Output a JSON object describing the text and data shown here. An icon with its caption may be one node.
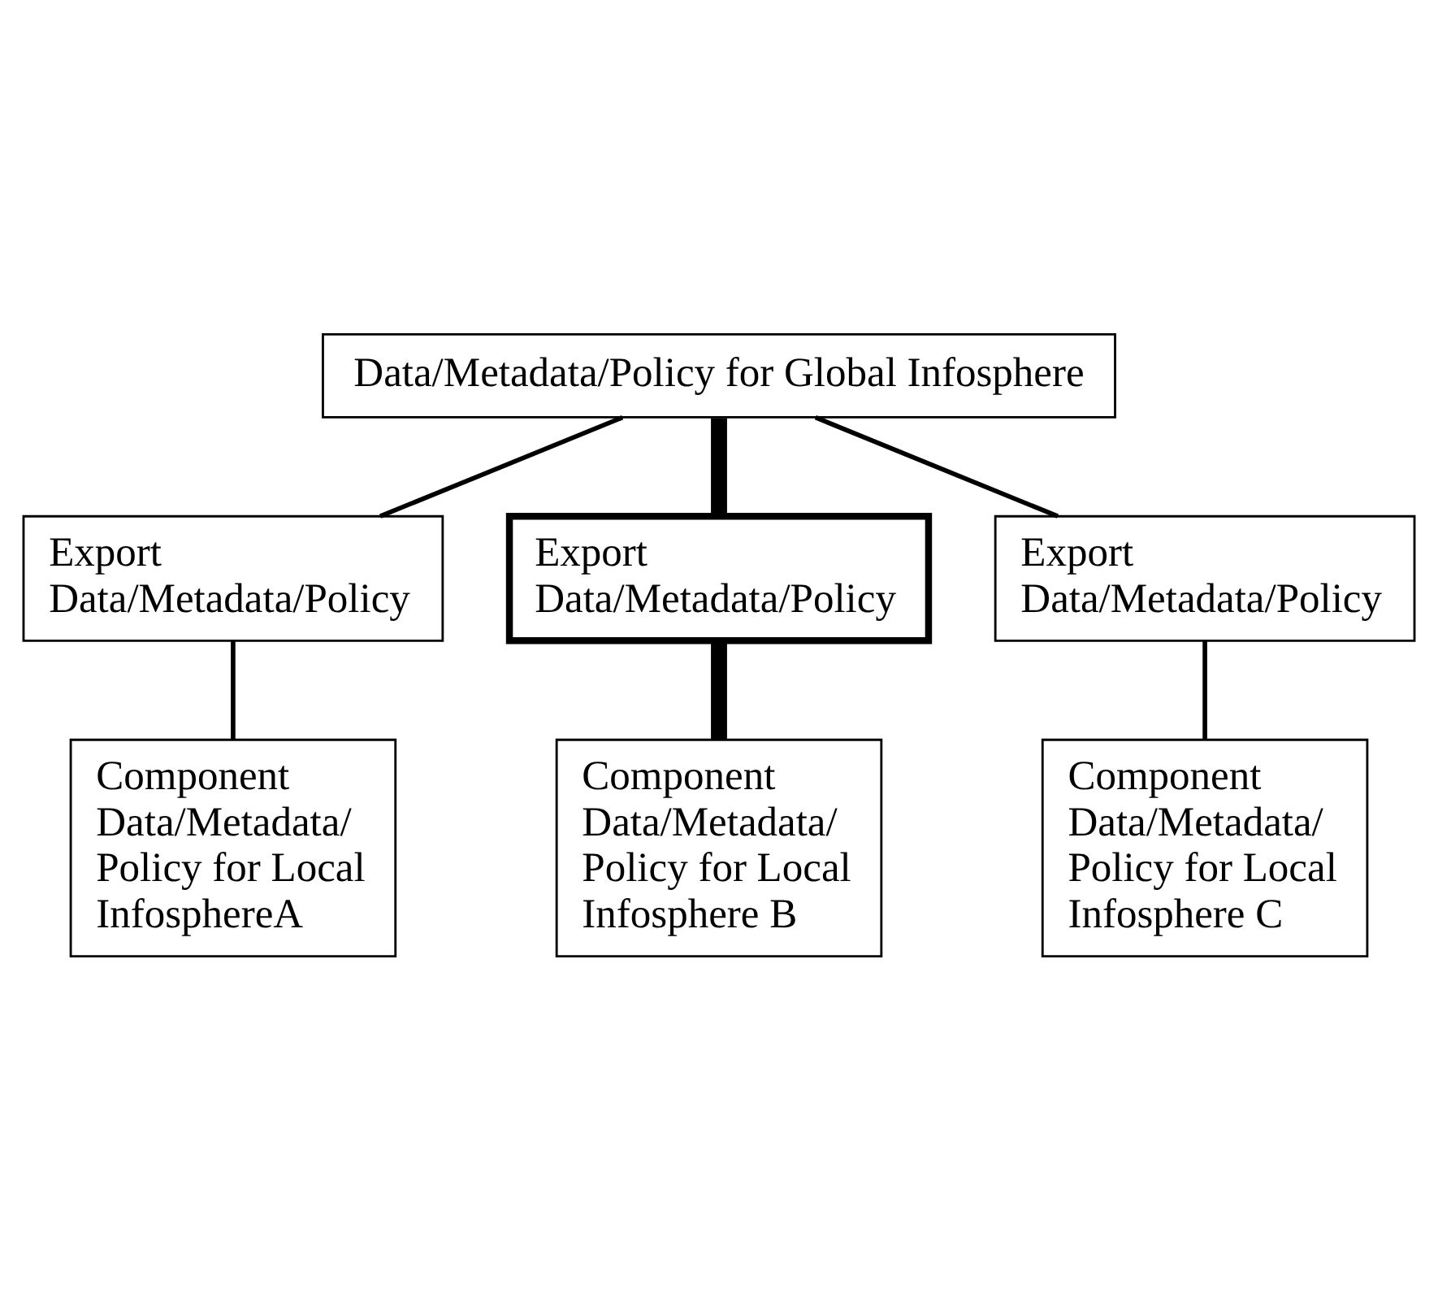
{
  "diagram": {
    "nodes": [
      {
        "text": [
          "Data/Metadata/Policy for Global Infosphere"
        ]
      },
      {
        "text": [
          "Export Data/Metadata/Policy"
        ]
      },
      {
        "text": [
          "Export Data/Metadata/Policy"
        ]
      },
      {
        "text": [
          "Export Data/Metadata/Policy"
        ]
      },
      {
        "text": [
          "Component Data/Metadata/ Policy for Local InfosphereA"
        ]
      },
      {
        "text": [
          "Component Data/Metadata/ Policy for Local Infosphere B"
        ]
      },
      {
        "text": [
          "Component Data/Metadata/ Policy for Local Infosphere C"
        ]
      }
    ],
    "edges": [
      {
        "from": 0,
        "to": 1,
        "arrow": "none"
      },
      {
        "from": 0,
        "to": 2,
        "arrow": "none",
        "style": "thick"
      },
      {
        "from": 0,
        "to": 3,
        "arrow": "none"
      },
      {
        "from": 1,
        "to": 4,
        "arrow": "none"
      },
      {
        "from": 2,
        "to": 5,
        "arrow": "none",
        "style": "thick"
      },
      {
        "from": 3,
        "to": 6,
        "arrow": "none"
      }
    ]
  }
}
